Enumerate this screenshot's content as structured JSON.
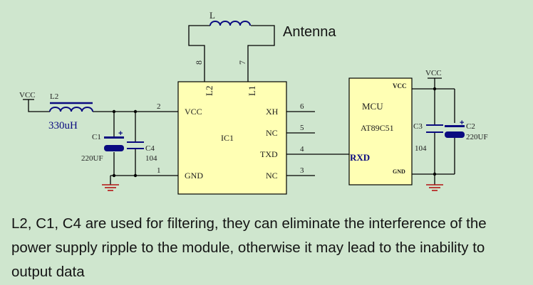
{
  "colors": {
    "background": "#cfe6ce",
    "chip_fill": "#ffffb4",
    "wire": "#000000",
    "component": "#0a0a80",
    "label": "#202020",
    "ground": "#b41414"
  },
  "antenna": {
    "label": "Antenna",
    "inductor_ref": "L"
  },
  "ic1": {
    "name": "IC1",
    "pins": [
      {
        "num": "2",
        "label": "VCC"
      },
      {
        "num": "1",
        "label": "GND"
      },
      {
        "num": "6",
        "label": "XH"
      },
      {
        "num": "5",
        "label": "NC"
      },
      {
        "num": "4",
        "label": "TXD"
      },
      {
        "num": "3",
        "label": "NC"
      },
      {
        "num": "8",
        "label": "L2"
      },
      {
        "num": "7",
        "label": "L1"
      }
    ]
  },
  "mcu": {
    "title": "MCU",
    "part": "AT89C51",
    "vcc": "VCC",
    "gnd": "GND",
    "rxd": "RXD"
  },
  "left_supply": {
    "vcc": "VCC",
    "l2_ref": "L2",
    "l2_value": "330uH",
    "c1_ref": "C1",
    "c1_value": "220UF",
    "c4_ref": "C4",
    "c4_value": "104"
  },
  "right_supply": {
    "vcc": "VCC",
    "c3_ref": "C3",
    "c3_value": "104",
    "c2_ref": "C2",
    "c2_value": "220UF"
  },
  "caption": "L2, C1, C4 are used for filtering, they can eliminate the interference of the power supply ripple to the module, otherwise it may lead to the inability to output data"
}
